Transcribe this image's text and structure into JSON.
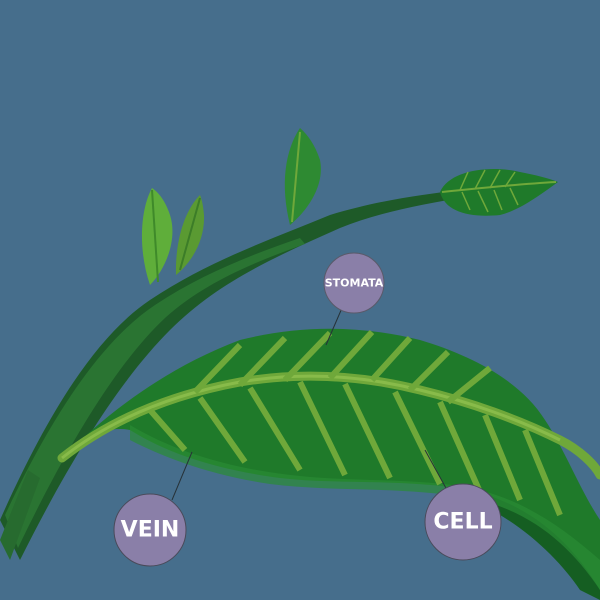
{
  "labels": {
    "stomata": "STOMATA",
    "vein": "VEIN",
    "cell": "CELL"
  },
  "colors": {
    "background": "#466e8c",
    "label_bubble": "#8a7fa8",
    "stem_dark": "#1e5a28",
    "stem_light": "#2d7a34",
    "leaf_green": "#1f7a2a",
    "leaf_vein": "#6fa83a",
    "young_leaf": "#5fae3a"
  }
}
